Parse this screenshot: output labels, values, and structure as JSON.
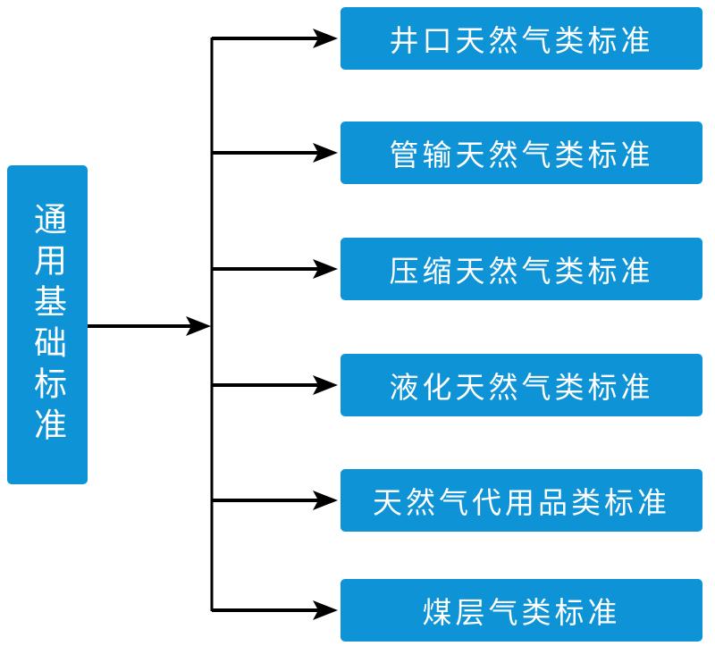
{
  "colors": {
    "node-fill": "#0E93D7",
    "node-text": "#FFFFFF",
    "connector": "#000000",
    "page-bg": "#FFFFFF"
  },
  "diagram": {
    "type": "flowchart-tree",
    "root": {
      "label": "通用基础标准"
    },
    "branches": [
      {
        "label": "井口天然气类标准"
      },
      {
        "label": "管输天然气类标准"
      },
      {
        "label": "压缩天然气类标准"
      },
      {
        "label": "液化天然气类标准"
      },
      {
        "label": "天然气代用品类标准"
      },
      {
        "label": "煤层气类标准"
      }
    ]
  }
}
